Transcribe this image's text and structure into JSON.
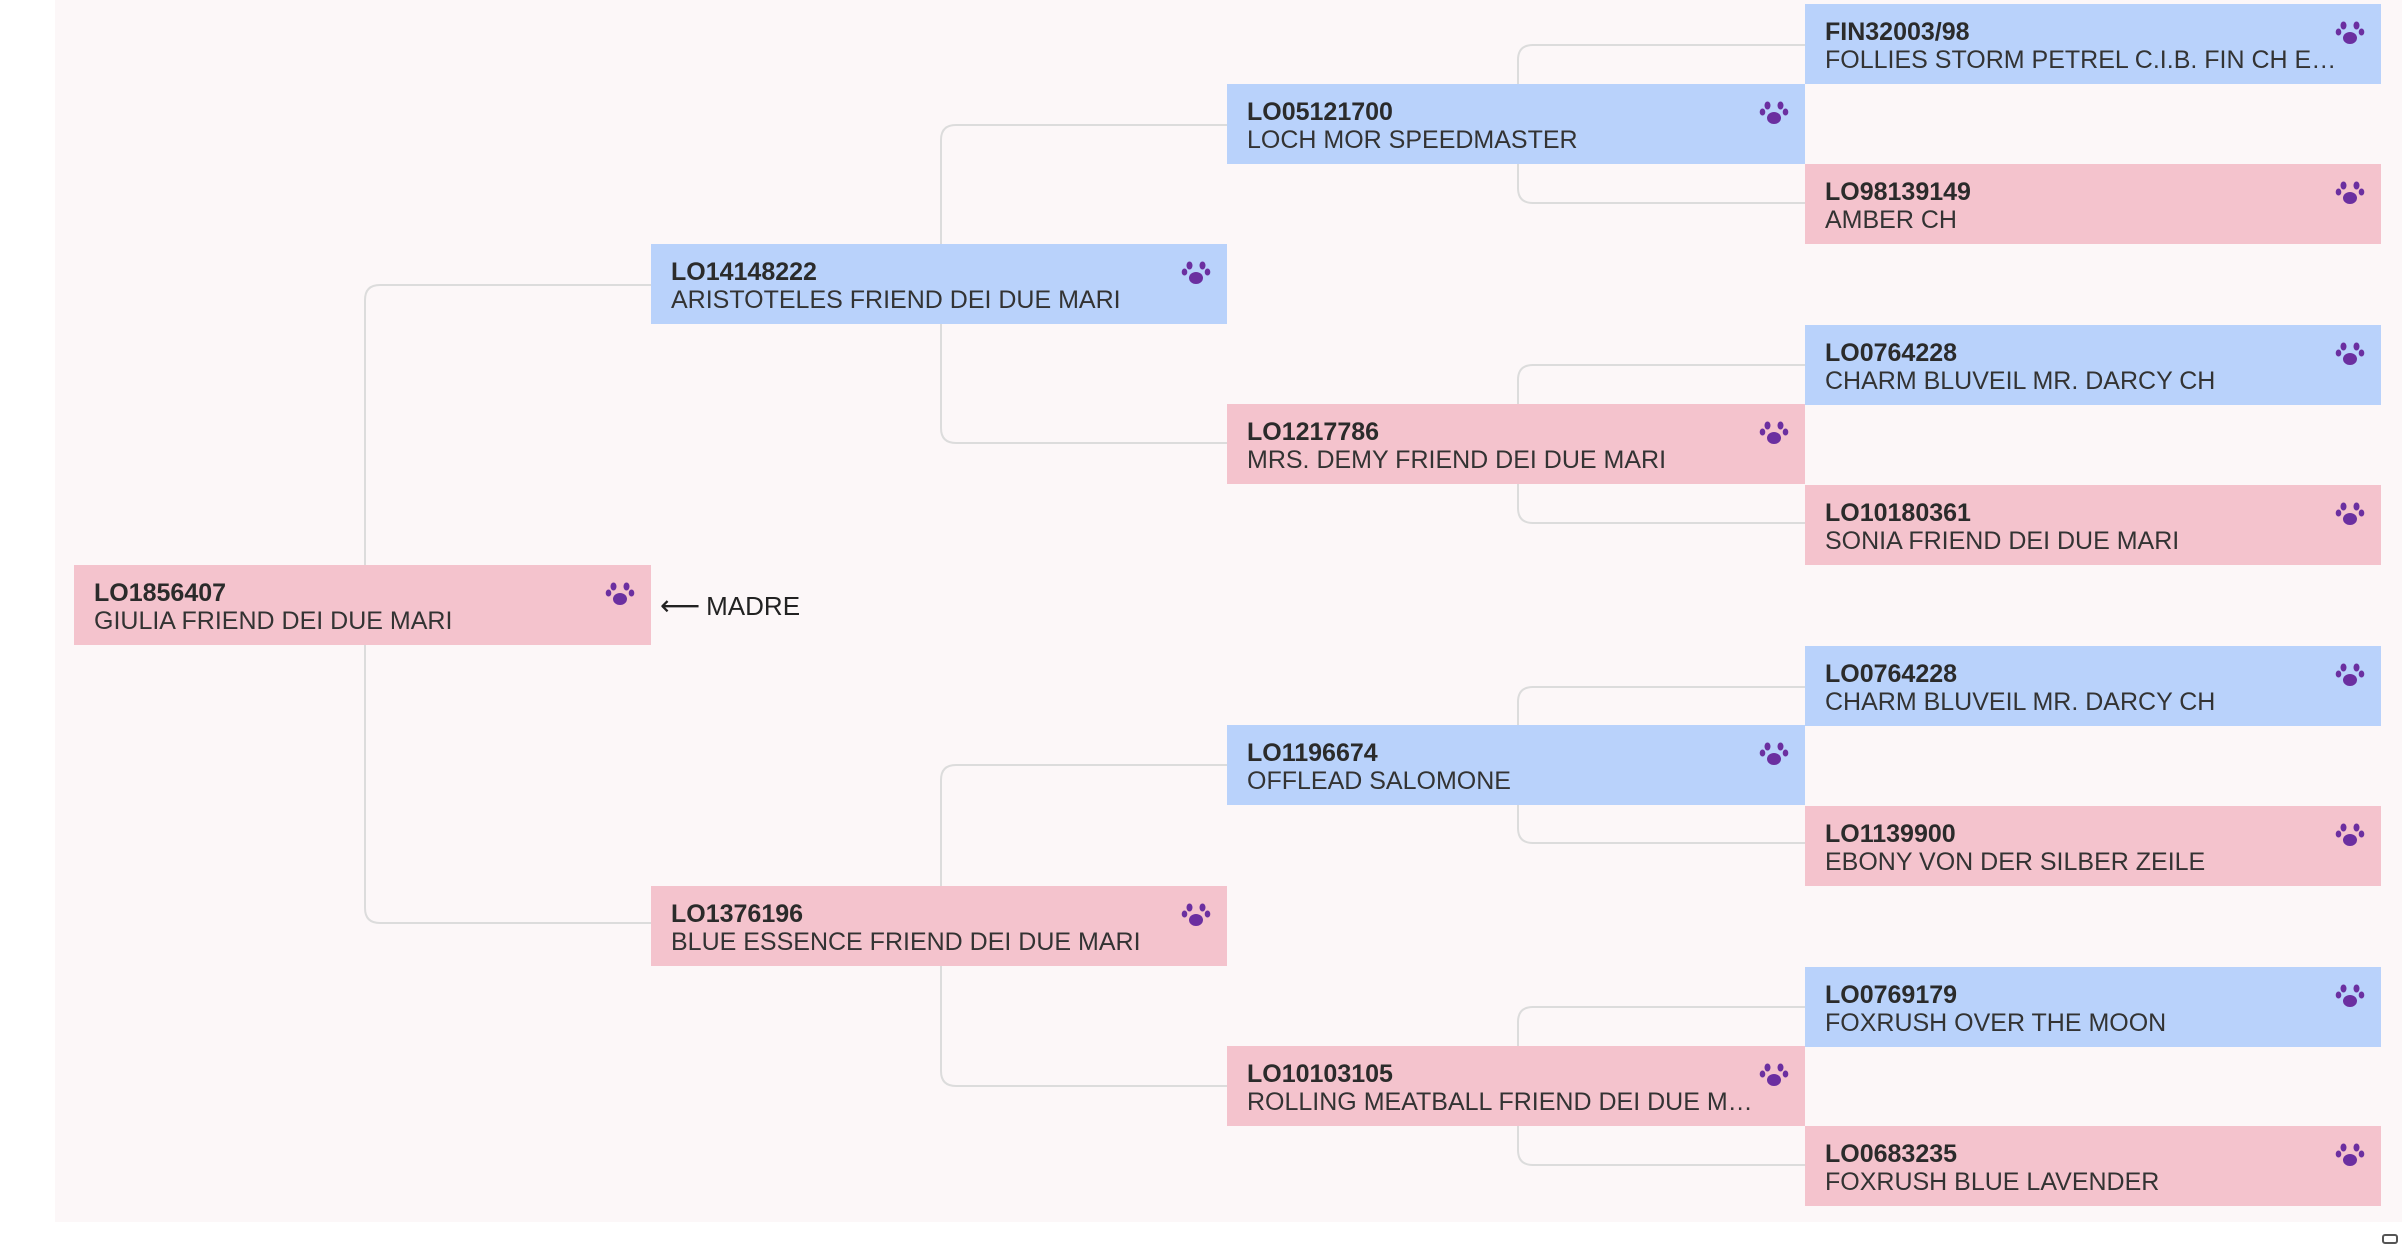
{
  "colors": {
    "male": "#b9d2fb",
    "female": "#f4c3cd",
    "paw": "#6b2fa0",
    "connector": "#dcdcdc",
    "background": "#fcf7f8"
  },
  "root": {
    "code": "LO1856407",
    "name": "GIULIA FRIEND DEI DUE MARI",
    "sex": "female",
    "relation_label": "MADRE"
  },
  "generation1": [
    {
      "code": "LO14148222",
      "name": "ARISTOTELES FRIEND DEI DUE MARI",
      "sex": "male"
    },
    {
      "code": "LO1376196",
      "name": "BLUE ESSENCE FRIEND DEI DUE MARI",
      "sex": "female"
    }
  ],
  "generation2": [
    {
      "code": "LO05121700",
      "name": "LOCH MOR SPEEDMASTER",
      "sex": "male"
    },
    {
      "code": "LO1217786",
      "name": "MRS. DEMY FRIEND DEI DUE MARI",
      "sex": "female"
    },
    {
      "code": "LO1196674",
      "name": "OFFLEAD SALOMONE",
      "sex": "male"
    },
    {
      "code": "LO10103105",
      "name": "ROLLING MEATBALL FRIEND DEI DUE MARI",
      "sex": "female"
    }
  ],
  "generation3": [
    {
      "code": "FIN32003/98",
      "name": "FOLLIES STORM PETREL C.I.B. FIN CH EE CH R…",
      "sex": "male"
    },
    {
      "code": "LO98139149",
      "name": "AMBER CH",
      "sex": "female"
    },
    {
      "code": "LO0764228",
      "name": "CHARM BLUVEIL MR. DARCY CH",
      "sex": "male"
    },
    {
      "code": "LO10180361",
      "name": "SONIA FRIEND DEI DUE MARI",
      "sex": "female"
    },
    {
      "code": "LO0764228",
      "name": "CHARM BLUVEIL MR. DARCY CH",
      "sex": "male"
    },
    {
      "code": "LO1139900",
      "name": "EBONY VON DER SILBER ZEILE",
      "sex": "female"
    },
    {
      "code": "LO0769179",
      "name": "FOXRUSH OVER THE MOON",
      "sex": "male"
    },
    {
      "code": "LO0683235",
      "name": "FOXRUSH BLUE LAVENDER",
      "sex": "female"
    }
  ]
}
